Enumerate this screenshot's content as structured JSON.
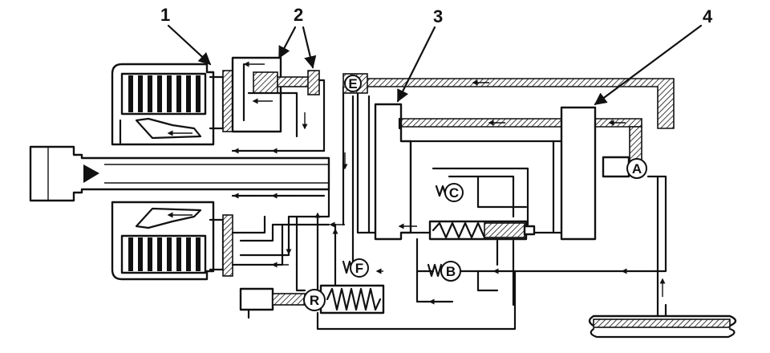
{
  "callouts": {
    "c1": "1",
    "c2": "2",
    "c3": "3",
    "c4": "4"
  },
  "valves": {
    "e": "E",
    "a": "A",
    "c": "C",
    "b": "B",
    "f": "F",
    "r": "R"
  }
}
